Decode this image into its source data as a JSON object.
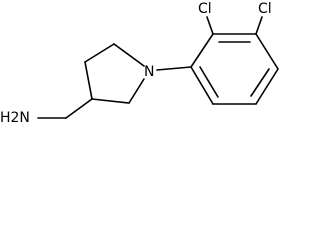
{
  "structure": {
    "atoms": {
      "amine": "H2N",
      "ring_nitrogen": "N",
      "chlorine_ortho": "Cl",
      "chlorine_meta": "Cl"
    }
  }
}
